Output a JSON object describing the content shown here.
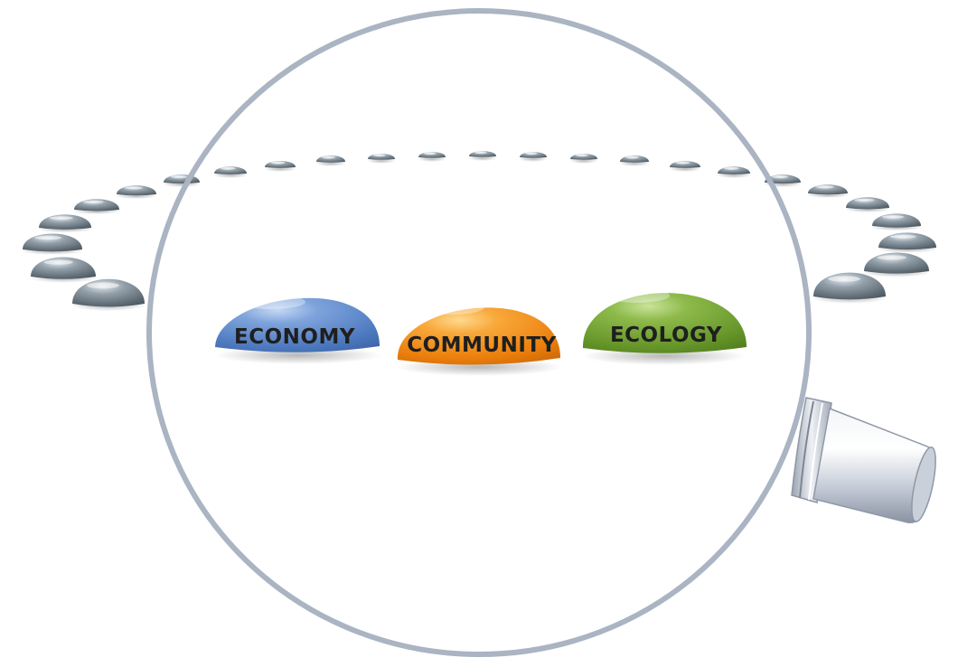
{
  "scene": {
    "labels": {
      "economy": "ECONOMY",
      "community": "COMMUNITY",
      "ecology": "ECOLOGY"
    },
    "colors": {
      "economy": "#5b86c8",
      "community": "#f0870f",
      "ecology": "#6f9c2e",
      "small_domes": "#7f8a92",
      "lens_rim": "#aab4c2",
      "background": "#ffffff"
    },
    "icons": {
      "magnifier": "magnifying-glass-icon"
    }
  }
}
